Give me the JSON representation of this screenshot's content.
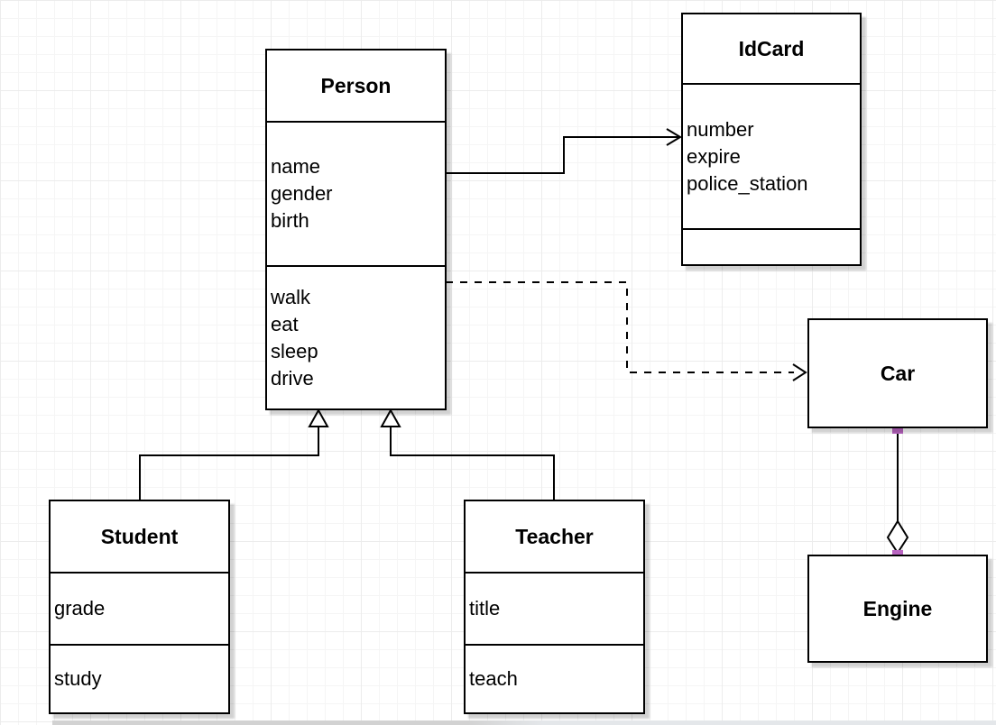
{
  "diagram": {
    "classes": {
      "person": {
        "name": "Person",
        "attributes": [
          "name",
          "gender",
          "birth"
        ],
        "methods": [
          "walk",
          "eat",
          "sleep",
          "drive"
        ]
      },
      "idcard": {
        "name": "IdCard",
        "attributes": [
          "number",
          "expire",
          "police_station"
        ],
        "methods": []
      },
      "car": {
        "name": "Car",
        "attributes": [],
        "methods": []
      },
      "engine": {
        "name": "Engine",
        "attributes": [],
        "methods": []
      },
      "student": {
        "name": "Student",
        "attributes": [
          "grade"
        ],
        "methods": [
          "study"
        ]
      },
      "teacher": {
        "name": "Teacher",
        "attributes": [
          "title"
        ],
        "methods": [
          "teach"
        ]
      }
    },
    "relationships": [
      {
        "from": "Person",
        "to": "IdCard",
        "type": "directed-association",
        "line": "solid",
        "arrow": "open"
      },
      {
        "from": "Person",
        "to": "Car",
        "type": "dependency",
        "line": "dashed",
        "arrow": "open"
      },
      {
        "from": "Student",
        "to": "Person",
        "type": "generalization",
        "line": "solid",
        "arrow": "hollow-triangle"
      },
      {
        "from": "Teacher",
        "to": "Person",
        "type": "generalization",
        "line": "solid",
        "arrow": "hollow-triangle"
      },
      {
        "from": "Car",
        "to": "Engine",
        "type": "aggregation",
        "line": "solid",
        "arrow": "hollow-diamond"
      }
    ],
    "colors": {
      "background": "#ffffff",
      "grid_minor": "#f5f5f5",
      "grid_major": "#ececec",
      "node_fill": "#ffffff",
      "node_stroke": "#000000",
      "text": "#000000",
      "shadow": "#d0d0d0",
      "endpoint_marker": "#b965c1"
    }
  }
}
